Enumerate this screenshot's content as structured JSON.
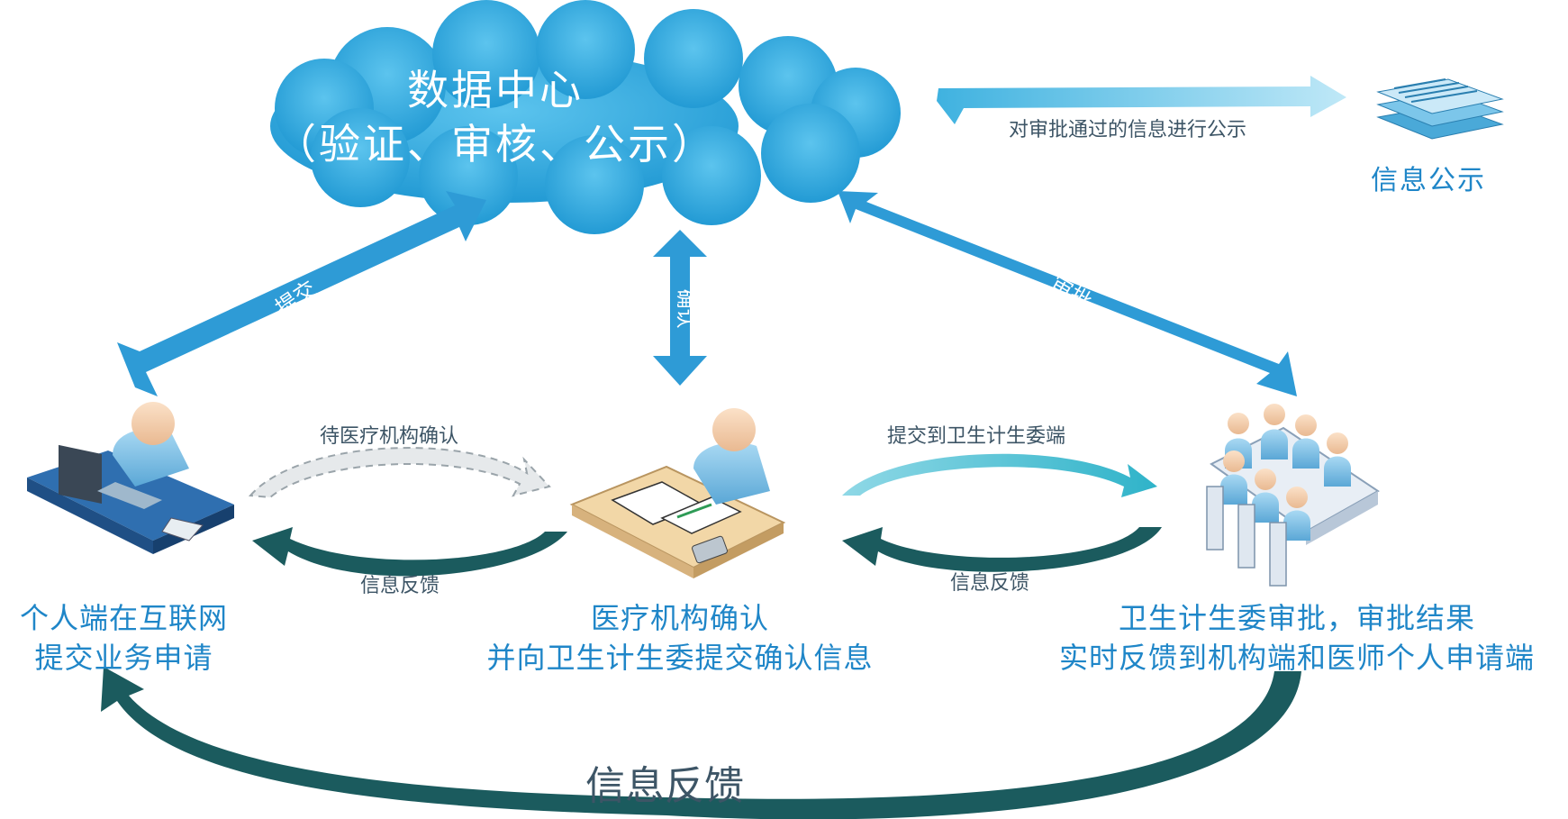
{
  "data_center": {
    "title": "数据中心",
    "subtitle": "（验证、审核、公示）"
  },
  "publish": {
    "arrow_label": "对审批通过的信息进行公示",
    "label": "信息公示",
    "icon": "stacked-documents-icon"
  },
  "arrows": {
    "submit": "提交",
    "confirm": "确认",
    "approve": "审批"
  },
  "loops": {
    "pending_confirm": "待医疗机构确认",
    "feedback_left": "信息反馈",
    "submit_to_commission": "提交到卫生计生委端",
    "feedback_right": "信息反馈",
    "feedback_bottom": "信息反馈"
  },
  "nodes": {
    "individual": {
      "line1": "个人端在互联网",
      "line2": "提交业务申请",
      "icon": "person-at-computer-icon"
    },
    "institution": {
      "line1": "医疗机构确认",
      "line2": "并向卫生计生委提交确认信息",
      "icon": "person-at-desk-icon"
    },
    "commission": {
      "line1": "卫生计生委审批，审批结果",
      "line2": "实时反馈到机构端和医师个人申请端",
      "icon": "meeting-group-icon"
    }
  },
  "colors": {
    "cloud": "#29a5db",
    "arrow_blue": "#2e9bd6",
    "arrow_dark": "#1b5b5e",
    "label_blue": "#1f86c8"
  }
}
